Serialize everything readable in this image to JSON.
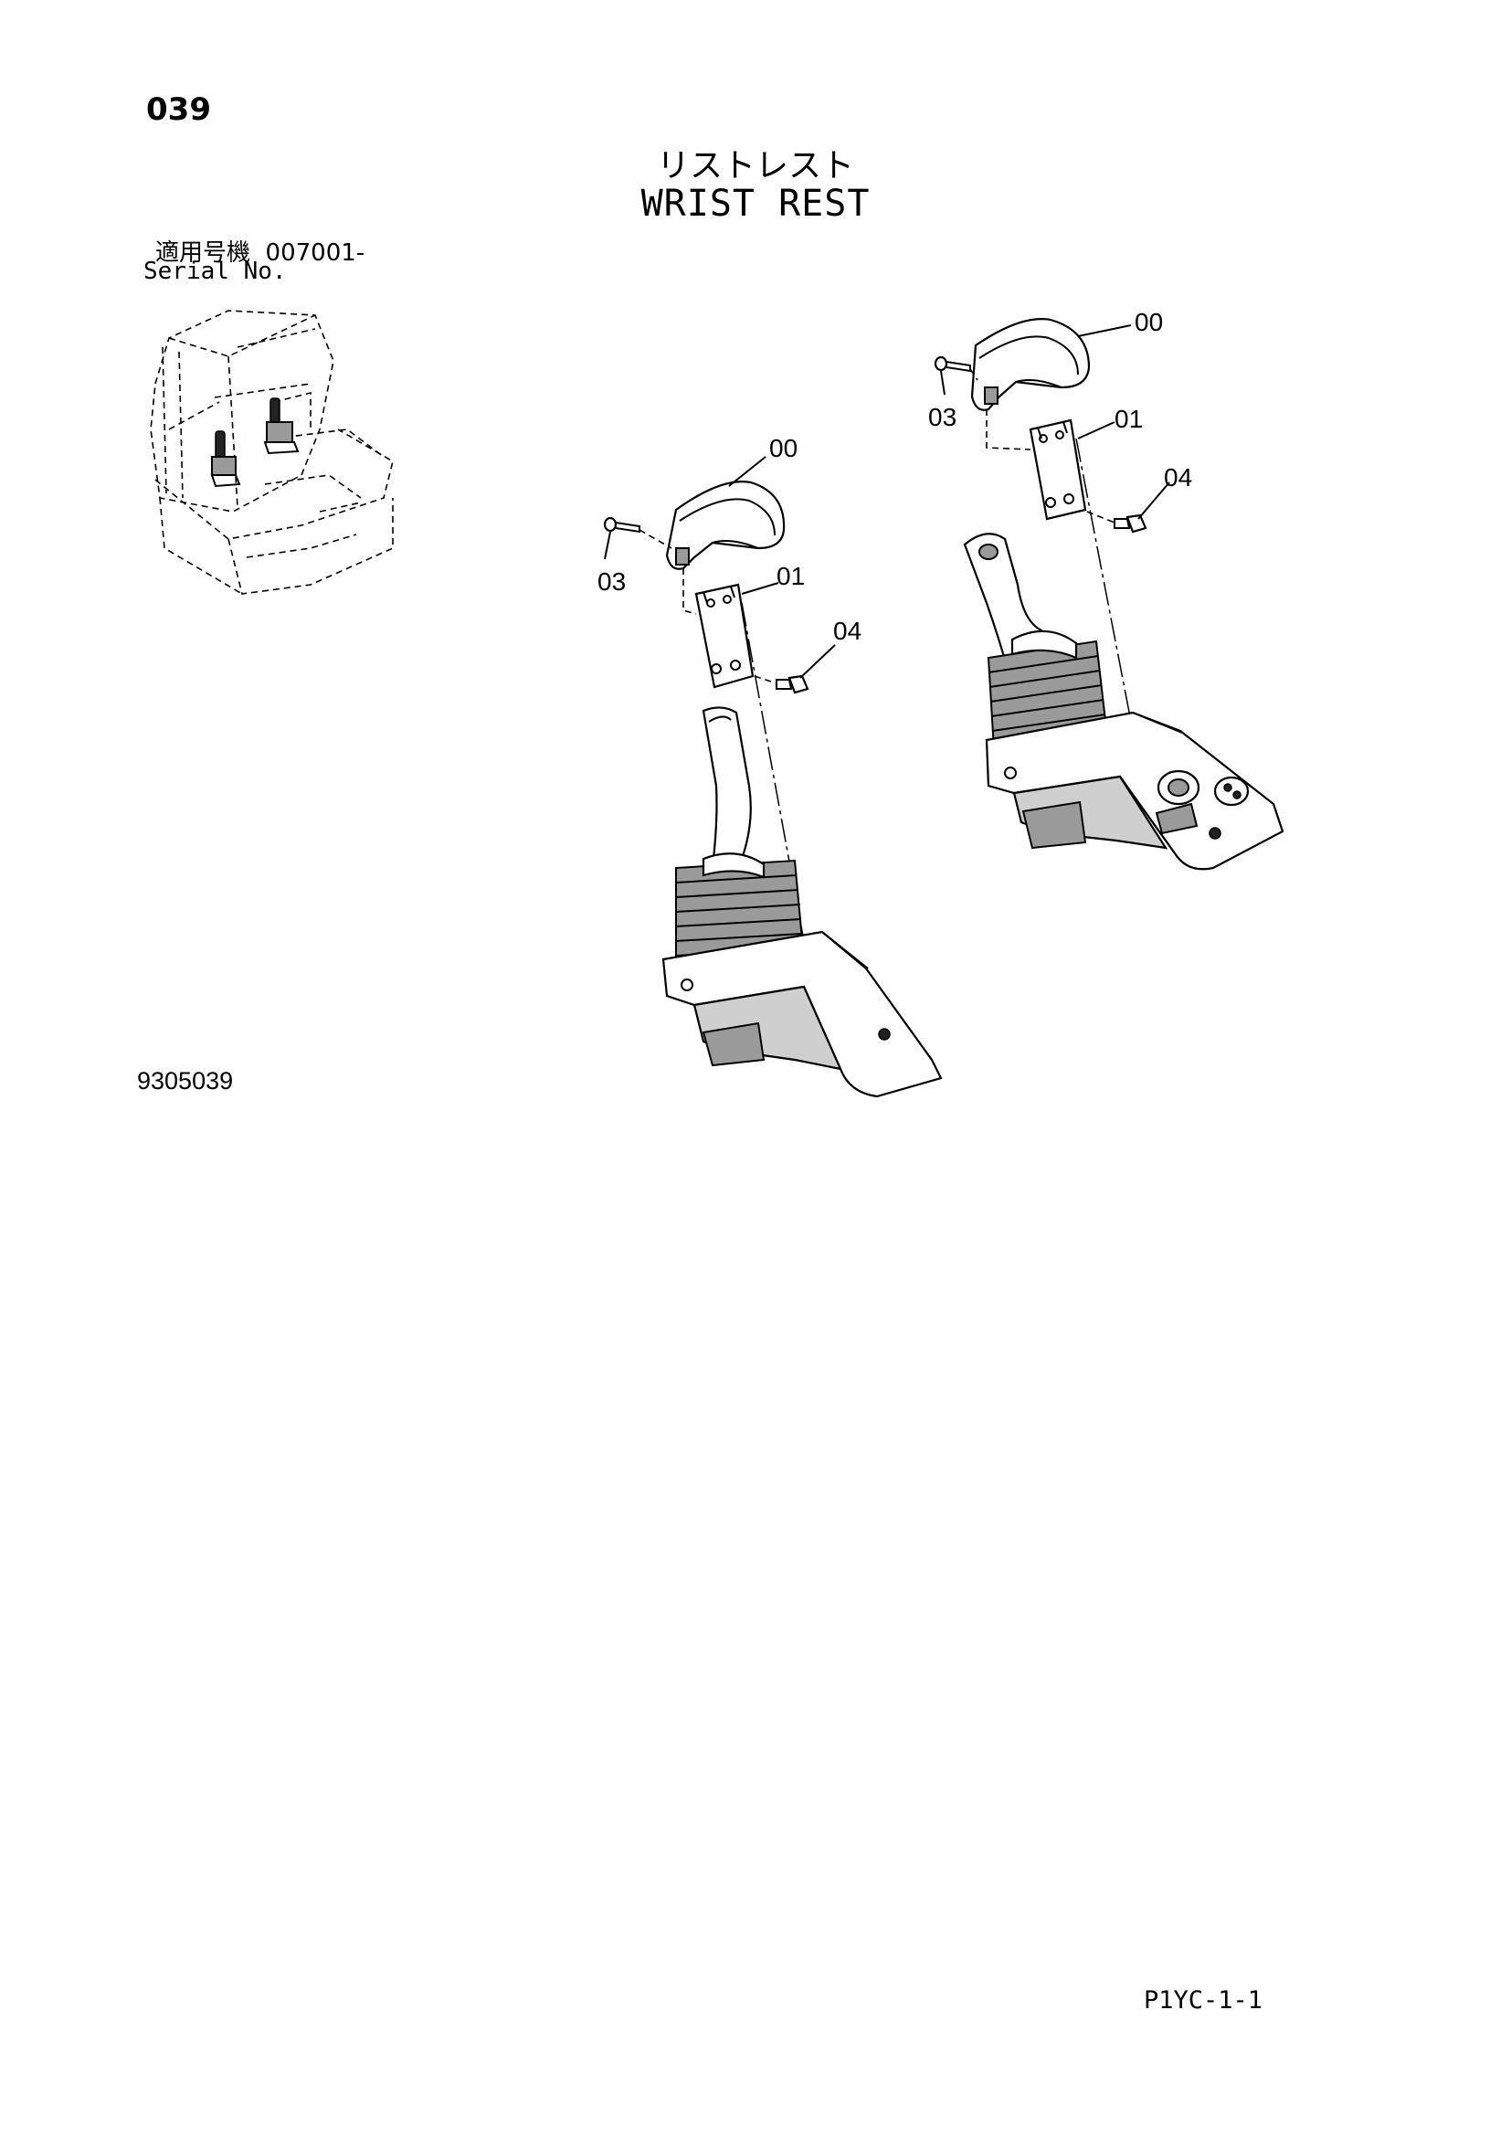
{
  "header": {
    "page_number": "039",
    "title_jp": "リストレスト",
    "title_en": "WRIST REST"
  },
  "serial": {
    "label_jp": "適用号機",
    "value": "007001-",
    "label_en": "Serial No."
  },
  "figure_number": "9305039",
  "page_code": "P1YC-1-1",
  "callouts": {
    "left": [
      "00",
      "03",
      "01",
      "04"
    ],
    "right": [
      "00",
      "03",
      "01",
      "04"
    ]
  }
}
